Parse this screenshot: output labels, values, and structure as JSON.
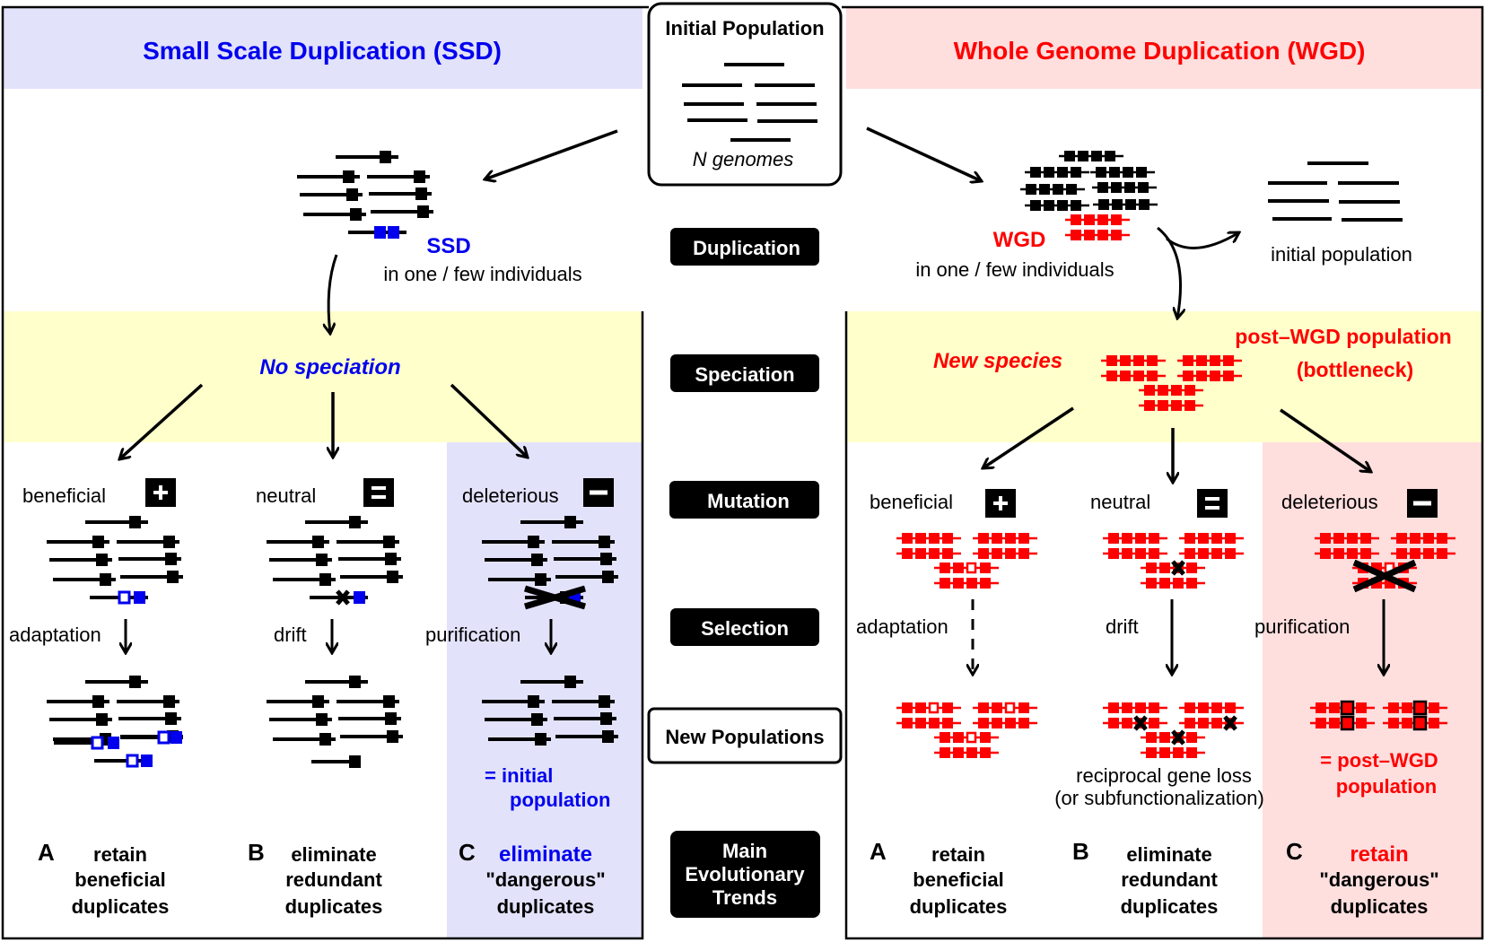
{
  "colors": {
    "ssd_blue": "#0000ee",
    "wgd_red": "#ff0000",
    "ssd_band": "#e2e2fb",
    "wgd_band": "#ffdede",
    "speciation_band": "#ffffcc",
    "stage_label_bg": "#000000"
  },
  "ssd": {
    "title": "Small  Scale  Duplication   (SSD)",
    "event_label": "SSD",
    "event_sub": "in one / few individuals",
    "speciation": "No  speciation",
    "columns": [
      {
        "mutation": "beneficial",
        "sign": "+",
        "selection": "adaptation",
        "letter": "A",
        "trend": [
          "retain",
          "beneficial",
          "duplicates"
        ]
      },
      {
        "mutation": "neutral",
        "sign": "=",
        "selection": "drift",
        "letter": "B",
        "trend": [
          "eliminate",
          "redundant",
          "duplicates"
        ]
      },
      {
        "mutation": "deleterious",
        "sign": "−",
        "selection": "purification",
        "letter": "C",
        "trend": [
          "eliminate",
          "\"dangerous\"",
          "duplicates"
        ],
        "result": [
          "=  initial",
          "population"
        ]
      }
    ]
  },
  "center": {
    "initial_population": "Initial Population",
    "n_genomes": "N  genomes",
    "stages": [
      "Duplication",
      "Speciation",
      "Mutation",
      "Selection"
    ],
    "new_populations": "New  Populations",
    "trends": [
      "Main",
      "Evolutionary",
      "Trends"
    ]
  },
  "wgd": {
    "title": "Whole  Genome  Duplication   (WGD)",
    "event_label": "WGD",
    "event_sub": "in one / few individuals",
    "initial_population_label": "initial population",
    "speciation": "New  species",
    "post_wgd": [
      "post–WGD population",
      "(bottleneck)"
    ],
    "columns": [
      {
        "mutation": "beneficial",
        "sign": "+",
        "selection": "adaptation",
        "letter": "A",
        "trend": [
          "retain",
          "beneficial",
          "duplicates"
        ]
      },
      {
        "mutation": "neutral",
        "sign": "=",
        "selection": "drift",
        "letter": "B",
        "trend": [
          "eliminate",
          "redundant",
          "duplicates"
        ],
        "result": [
          "reciprocal gene loss",
          "(or subfunctionalization)"
        ]
      },
      {
        "mutation": "deleterious",
        "sign": "−",
        "selection": "purification",
        "letter": "C",
        "trend": [
          "retain",
          "\"dangerous\"",
          "duplicates"
        ],
        "result": [
          "= post–WGD",
          "population"
        ]
      }
    ]
  }
}
